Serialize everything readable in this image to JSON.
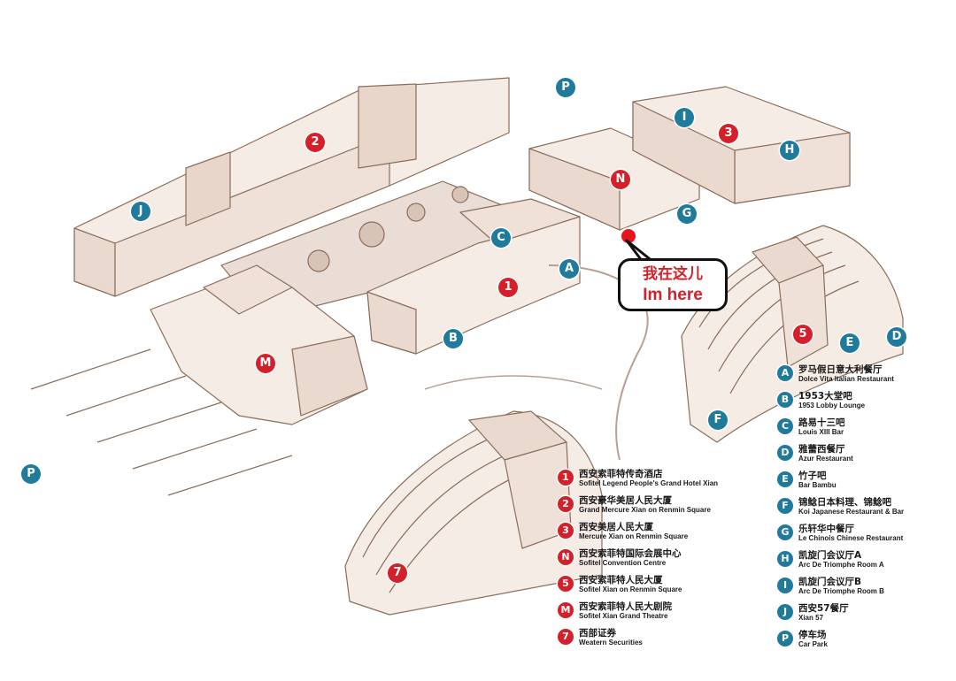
{
  "colors": {
    "hotel_marker": "#d4202a",
    "venue_marker": "#1f7a9c",
    "sketch_line": "#8a6e5c",
    "you_are_here": "#e8141c"
  },
  "you_are_here": {
    "zh": "我在这儿",
    "en": "Im here"
  },
  "map_markers": [
    {
      "code": "2",
      "kind": "hotel"
    },
    {
      "code": "J",
      "kind": "venue"
    },
    {
      "code": "C",
      "kind": "venue"
    },
    {
      "code": "1",
      "kind": "hotel"
    },
    {
      "code": "A",
      "kind": "venue"
    },
    {
      "code": "B",
      "kind": "venue"
    },
    {
      "code": "M",
      "kind": "hotel"
    },
    {
      "code": "N",
      "kind": "hotel"
    },
    {
      "code": "G",
      "kind": "venue"
    },
    {
      "code": "I",
      "kind": "venue"
    },
    {
      "code": "3",
      "kind": "hotel"
    },
    {
      "code": "H",
      "kind": "venue"
    },
    {
      "code": "P",
      "kind": "venue"
    },
    {
      "code": "P",
      "kind": "venue"
    },
    {
      "code": "5",
      "kind": "hotel"
    },
    {
      "code": "E",
      "kind": "venue"
    },
    {
      "code": "D",
      "kind": "venue"
    },
    {
      "code": "F",
      "kind": "venue"
    },
    {
      "code": "7",
      "kind": "hotel"
    }
  ],
  "legend_hotels": [
    {
      "code": "1",
      "zh": "西安索菲特传奇酒店",
      "en": "Sofitel Legend People's Grand Hotel Xian"
    },
    {
      "code": "2",
      "zh": "西安豪华美居人民大厦",
      "en": "Grand Mercure Xian on Renmin Square"
    },
    {
      "code": "3",
      "zh": "西安美居人民大厦",
      "en": "Mercure Xian on Renmin Square"
    },
    {
      "code": "N",
      "zh": "西安索菲特国际会展中心",
      "en": "Sofitel Convention Centre"
    },
    {
      "code": "5",
      "zh": "西安索菲特人民大厦",
      "en": "Sofitel Xian on Renmin Square"
    },
    {
      "code": "M",
      "zh": "西安索菲特人民大剧院",
      "en": "Sofitel Xian Grand Theatre"
    },
    {
      "code": "7",
      "zh": "西部证券",
      "en": "Weatern Securities"
    }
  ],
  "legend_venues": [
    {
      "code": "A",
      "zh": "罗马假日意大利餐厅",
      "en": "Dolce Vita Italian Restaurant"
    },
    {
      "code": "B",
      "zh": "1953大堂吧",
      "en": "1953 Lobby Lounge"
    },
    {
      "code": "C",
      "zh": "路易十三吧",
      "en": "Louis XIII Bar"
    },
    {
      "code": "D",
      "zh": "雅蕾西餐厅",
      "en": "Azur Restaurant"
    },
    {
      "code": "E",
      "zh": "竹子吧",
      "en": "Bar Bambu"
    },
    {
      "code": "F",
      "zh": "锦鲶日本料理、锦鲶吧",
      "en": "Koi Japanese Restaurant & Bar"
    },
    {
      "code": "G",
      "zh": "乐轩华中餐厅",
      "en": "Le Chinois Chinese Restaurant"
    },
    {
      "code": "H",
      "zh": "凯旋门会议厅A",
      "en": "Arc De Triomphe Room A"
    },
    {
      "code": "I",
      "zh": "凯旋门会议厅B",
      "en": "Arc De Triomphe Room B"
    },
    {
      "code": "J",
      "zh": "西安57餐厅",
      "en": "Xian 57"
    },
    {
      "code": "P",
      "zh": "停车场",
      "en": "Car Park"
    }
  ]
}
